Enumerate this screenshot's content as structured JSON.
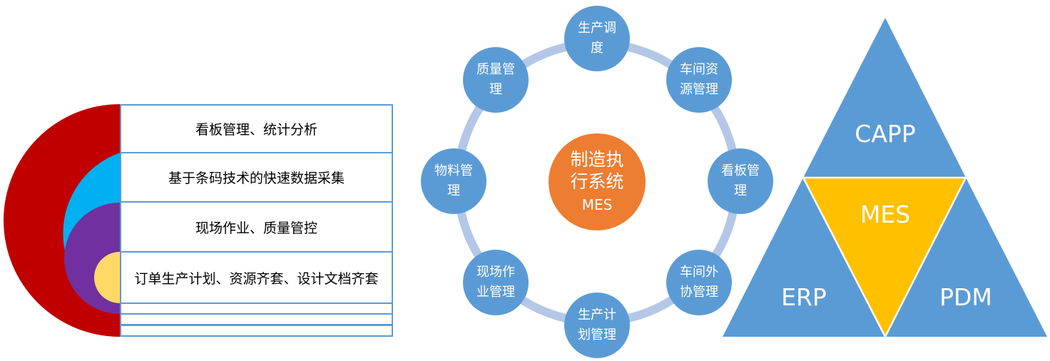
{
  "colors": {
    "ring_outer": "#c00000",
    "ring_second": "#00b0f0",
    "ring_third": "#7030a0",
    "ring_inner": "#ffd966",
    "box_border": "#5b9bd5",
    "node_fill": "#5b9bd5",
    "cycle_ring": "#b4c7e7",
    "center_fill": "#ed7d31",
    "tri_blue": "#5b9bd5",
    "tri_yellow": "#ffc000"
  },
  "layers": [
    {
      "label": "看板管理、统计分析"
    },
    {
      "label": "基于条码技术的快速数据采集"
    },
    {
      "label": "现场作业、质量管控"
    },
    {
      "label": "订单生产计划、资源齐套、设计文档齐套"
    }
  ],
  "cycle": {
    "center_title": "制造执行系统",
    "center_sub": "MES",
    "nodes": [
      {
        "label": "生产调度"
      },
      {
        "label": "车间资源管理"
      },
      {
        "label": "看板管理"
      },
      {
        "label": "车间外协管理"
      },
      {
        "label": "生产计划管理"
      },
      {
        "label": "现场作业管理"
      },
      {
        "label": "物料管理"
      },
      {
        "label": "质量管理"
      }
    ]
  },
  "triangle": {
    "top": "CAPP",
    "center": "MES",
    "left": "ERP",
    "right": "PDM"
  }
}
